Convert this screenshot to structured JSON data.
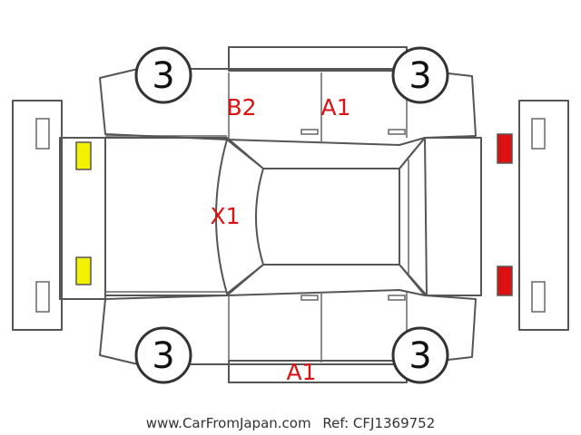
{
  "wheels": {
    "front_left": "3",
    "front_right": "3",
    "rear_left": "3",
    "rear_right": "3"
  },
  "damage_marks": {
    "roof": "X1",
    "door_upper_front": "B2",
    "door_upper_rear": "A1",
    "bottom_rocker": "A1"
  },
  "light_colors": {
    "front": "#f2f200",
    "rear": "#dd1111"
  },
  "footer": {
    "site": "www.CarFromJapan.com",
    "ref": "Ref: CFJ1369752"
  }
}
